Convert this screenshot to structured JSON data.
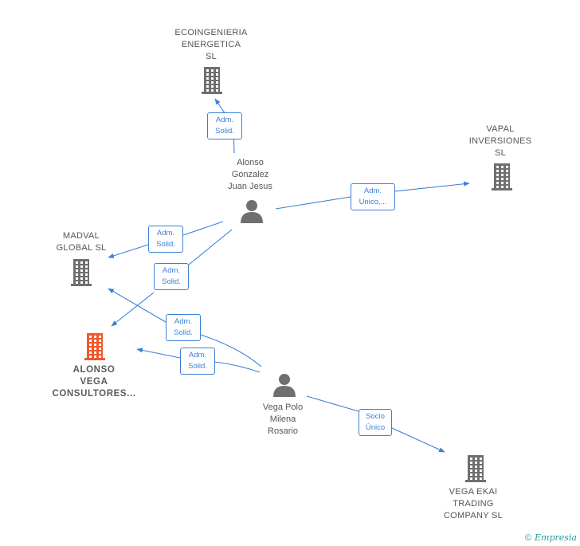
{
  "colors": {
    "edge": "#3b80d6",
    "company_icon": "#6f6f6f",
    "main_company_icon": "#f0582a",
    "person_icon": "#6f6f6f",
    "label_text": "#555555"
  },
  "nodes": {
    "ecoingenieria": {
      "label": "ECOINGENIERIA\nENERGETICA\nSL",
      "type": "company",
      "icon": "building-icon"
    },
    "vapal": {
      "label": "VAPAL\nINVERSIONES\nSL",
      "type": "company",
      "icon": "building-icon"
    },
    "madval": {
      "label": "MADVAL\nGLOBAL  SL",
      "type": "company",
      "icon": "building-icon"
    },
    "alonso_vega": {
      "label": "ALONSO\nVEGA\nCONSULTORES...",
      "type": "company",
      "icon": "building-icon"
    },
    "vega_ekai": {
      "label": "VEGA EKAI\nTRADING\nCOMPANY SL",
      "type": "company",
      "icon": "building-icon"
    },
    "alonso_gonzalez": {
      "label": "Alonso\nGonzalez\nJuan Jesus",
      "type": "person",
      "icon": "person-icon"
    },
    "vega_polo": {
      "label": "Vega Polo\nMilena\nRosario",
      "type": "person",
      "icon": "person-icon"
    }
  },
  "edges": [
    {
      "from": "alonso_gonzalez",
      "to": "ecoingenieria",
      "label": "Adm.\nSolid."
    },
    {
      "from": "alonso_gonzalez",
      "to": "vapal",
      "label": "Adm.\nUnico,..."
    },
    {
      "from": "alonso_gonzalez",
      "to": "madval",
      "label": "Adm.\nSolid."
    },
    {
      "from": "alonso_gonzalez",
      "to": "alonso_vega",
      "label": "Adm.\nSolid."
    },
    {
      "from": "vega_polo",
      "to": "madval",
      "label": "Adm.\nSolid."
    },
    {
      "from": "vega_polo",
      "to": "alonso_vega",
      "label": "Adm.\nSolid."
    },
    {
      "from": "vega_polo",
      "to": "vega_ekai",
      "label": "Socio\nÚnico"
    }
  ],
  "brand": {
    "copyright": "©",
    "name": "Empresia"
  }
}
